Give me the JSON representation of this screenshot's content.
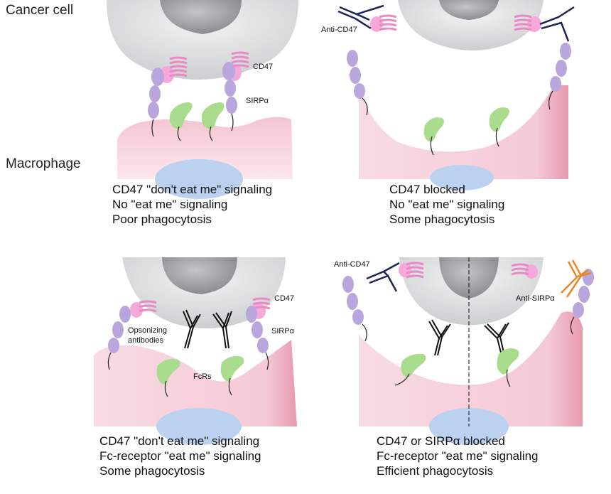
{
  "row_labels": {
    "top": "Cancer cell",
    "bottom": "Macrophage"
  },
  "panels": {
    "top_left": {
      "caption": [
        "CD47 \"don't eat me\" signaling",
        "No \"eat me\" signaling",
        "Poor phagocytosis"
      ],
      "labels": {
        "cd47": "CD47",
        "sirpa": "SIRPα"
      }
    },
    "top_right": {
      "caption": [
        "CD47 blocked",
        "No \"eat me\" signaling",
        "Some phagocytosis"
      ],
      "labels": {
        "anti_cd47": "Anti-CD47"
      }
    },
    "bottom_left": {
      "caption": [
        "CD47 \"don't eat me\" signaling",
        "Fc-receptor \"eat me\" signaling",
        "Some phagocytosis"
      ],
      "labels": {
        "cd47": "CD47",
        "sirpa": "SIRPα",
        "opsonizing": [
          "Opsonizing",
          "antibodies"
        ],
        "fcrs": "FcRs"
      }
    },
    "bottom_right": {
      "caption": [
        "CD47 or SIRPα blocked",
        "Fc-receptor \"eat me\" signaling",
        "Efficient phagocytosis"
      ],
      "labels": {
        "anti_cd47": "Anti-CD47",
        "anti_sirpa": "Anti-SIRPα"
      }
    }
  },
  "colors": {
    "cancer_cell": "#dcdedf",
    "nucleus": "#9c9ea2",
    "macrophage": "#f6d3dc",
    "macrophage_nucleus": "#bcd0ef",
    "cd47": "#f5a8d9",
    "sirpa": "#b9a6dd",
    "fc_receptor": "#a9dc8c",
    "anti_cd47": "#1c2556",
    "anti_sirpa": "#e8882a"
  }
}
